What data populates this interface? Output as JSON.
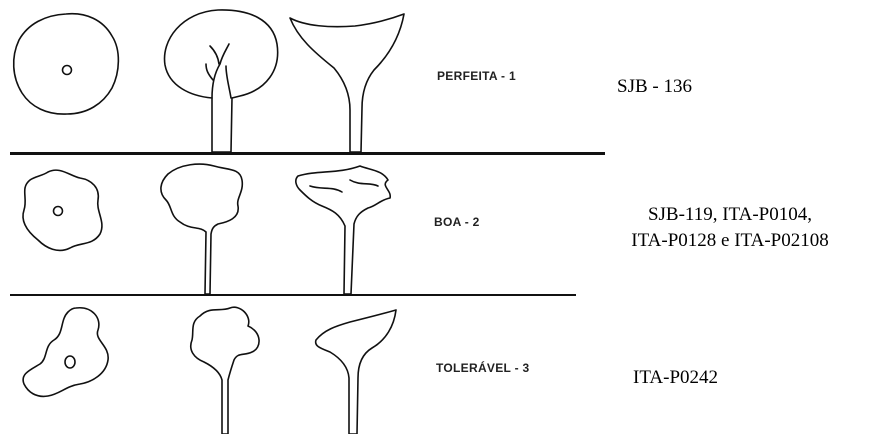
{
  "rows": [
    {
      "class_label": "PERFEITA - 1",
      "clones": [
        "SJB - 136"
      ]
    },
    {
      "class_label": "BOA - 2",
      "clones": [
        "SJB-119, ITA-P0104,",
        "ITA-P0128 e ITA-P02108"
      ]
    },
    {
      "class_label": "TOLERÁVEL - 3",
      "clones": [
        "ITA-P0242"
      ]
    }
  ]
}
